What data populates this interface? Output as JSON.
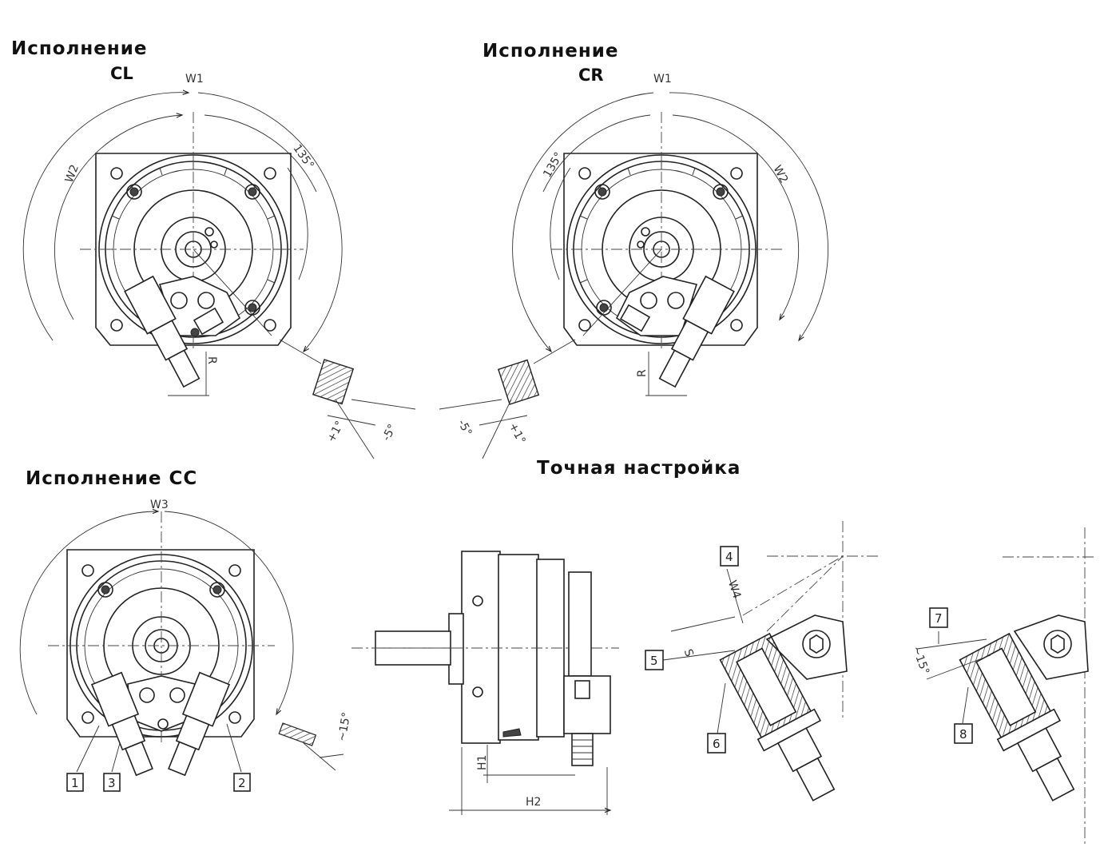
{
  "titles": {
    "cl_word": "Исполнение",
    "cl_code": "CL",
    "cr_word": "Исполнение",
    "cr_code": "CR",
    "cc": "Исполнение СС",
    "fine": "Точная настройка"
  },
  "dims": {
    "w1": "W1",
    "w2": "W2",
    "w3": "W3",
    "w4": "W4",
    "r": "R",
    "s": "S",
    "h1": "H1",
    "h2": "H2",
    "deg135": "135°",
    "plus1": "+1°",
    "minus5": "-5°",
    "approx15": "~15°"
  },
  "callouts": [
    "1",
    "2",
    "3",
    "4",
    "5",
    "6",
    "7",
    "8"
  ],
  "colors": {
    "line": "#222222",
    "background": "#ffffff",
    "hatch": "#444444"
  }
}
